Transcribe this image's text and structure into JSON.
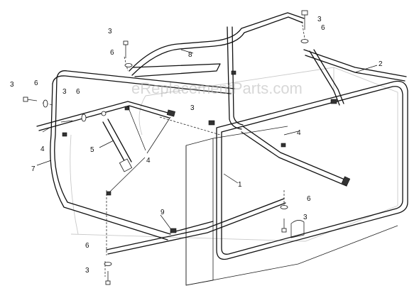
{
  "watermark": "eReplacementParts.com",
  "callouts": [
    {
      "id": "c1",
      "label": "1"
    },
    {
      "id": "c2",
      "label": "2"
    },
    {
      "id": "c3a",
      "label": "3"
    },
    {
      "id": "c3b",
      "label": "3"
    },
    {
      "id": "c3c",
      "label": "3"
    },
    {
      "id": "c3d",
      "label": "3"
    },
    {
      "id": "c3e",
      "label": "3"
    },
    {
      "id": "c3f",
      "label": "3"
    },
    {
      "id": "c3g",
      "label": "3"
    },
    {
      "id": "c4a",
      "label": "4"
    },
    {
      "id": "c4b",
      "label": "4"
    },
    {
      "id": "c4c",
      "label": "4"
    },
    {
      "id": "c5",
      "label": "5"
    },
    {
      "id": "c6a",
      "label": "6"
    },
    {
      "id": "c6b",
      "label": "6"
    },
    {
      "id": "c6c",
      "label": "6"
    },
    {
      "id": "c6d",
      "label": "6"
    },
    {
      "id": "c6e",
      "label": "6"
    },
    {
      "id": "c6f",
      "label": "6"
    },
    {
      "id": "c7",
      "label": "7"
    },
    {
      "id": "c8",
      "label": "8"
    },
    {
      "id": "c9",
      "label": "9"
    }
  ]
}
